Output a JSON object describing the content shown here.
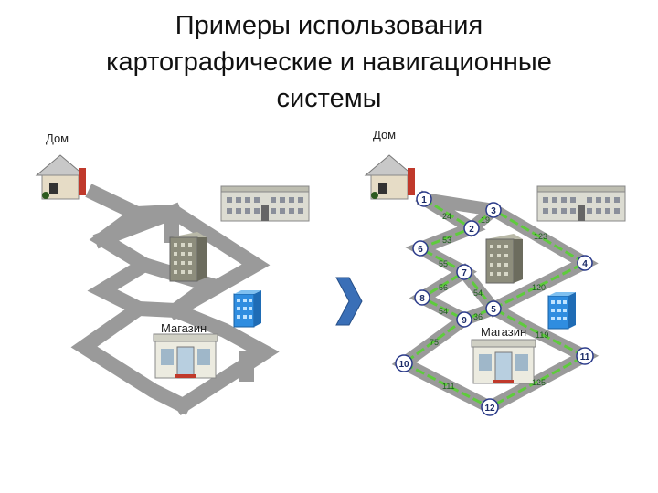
{
  "title": {
    "line1": "Примеры использования",
    "line2": "картографические и навигационные",
    "line3": "системы"
  },
  "left_map": {
    "home_label": "Дом",
    "shop_label": "Магазин"
  },
  "right_map": {
    "home_label": "Дом",
    "shop_label": "Магазин",
    "nodes": [
      "1",
      "2",
      "3",
      "4",
      "5",
      "6",
      "7",
      "8",
      "9",
      "10",
      "11",
      "12"
    ],
    "edge_weights": [
      "24",
      "19",
      "53",
      "123",
      "55",
      "54",
      "56",
      "120",
      "54",
      "36",
      "119",
      "75",
      "111",
      "125"
    ]
  },
  "arrow_icon": "chevron-right-icon",
  "colors": {
    "road": "#9a9a9a",
    "route": "#5ecb3c",
    "arrow": "#3a6fb7",
    "node_fill": "#ffffff",
    "node_stroke": "#2a3a8a"
  }
}
